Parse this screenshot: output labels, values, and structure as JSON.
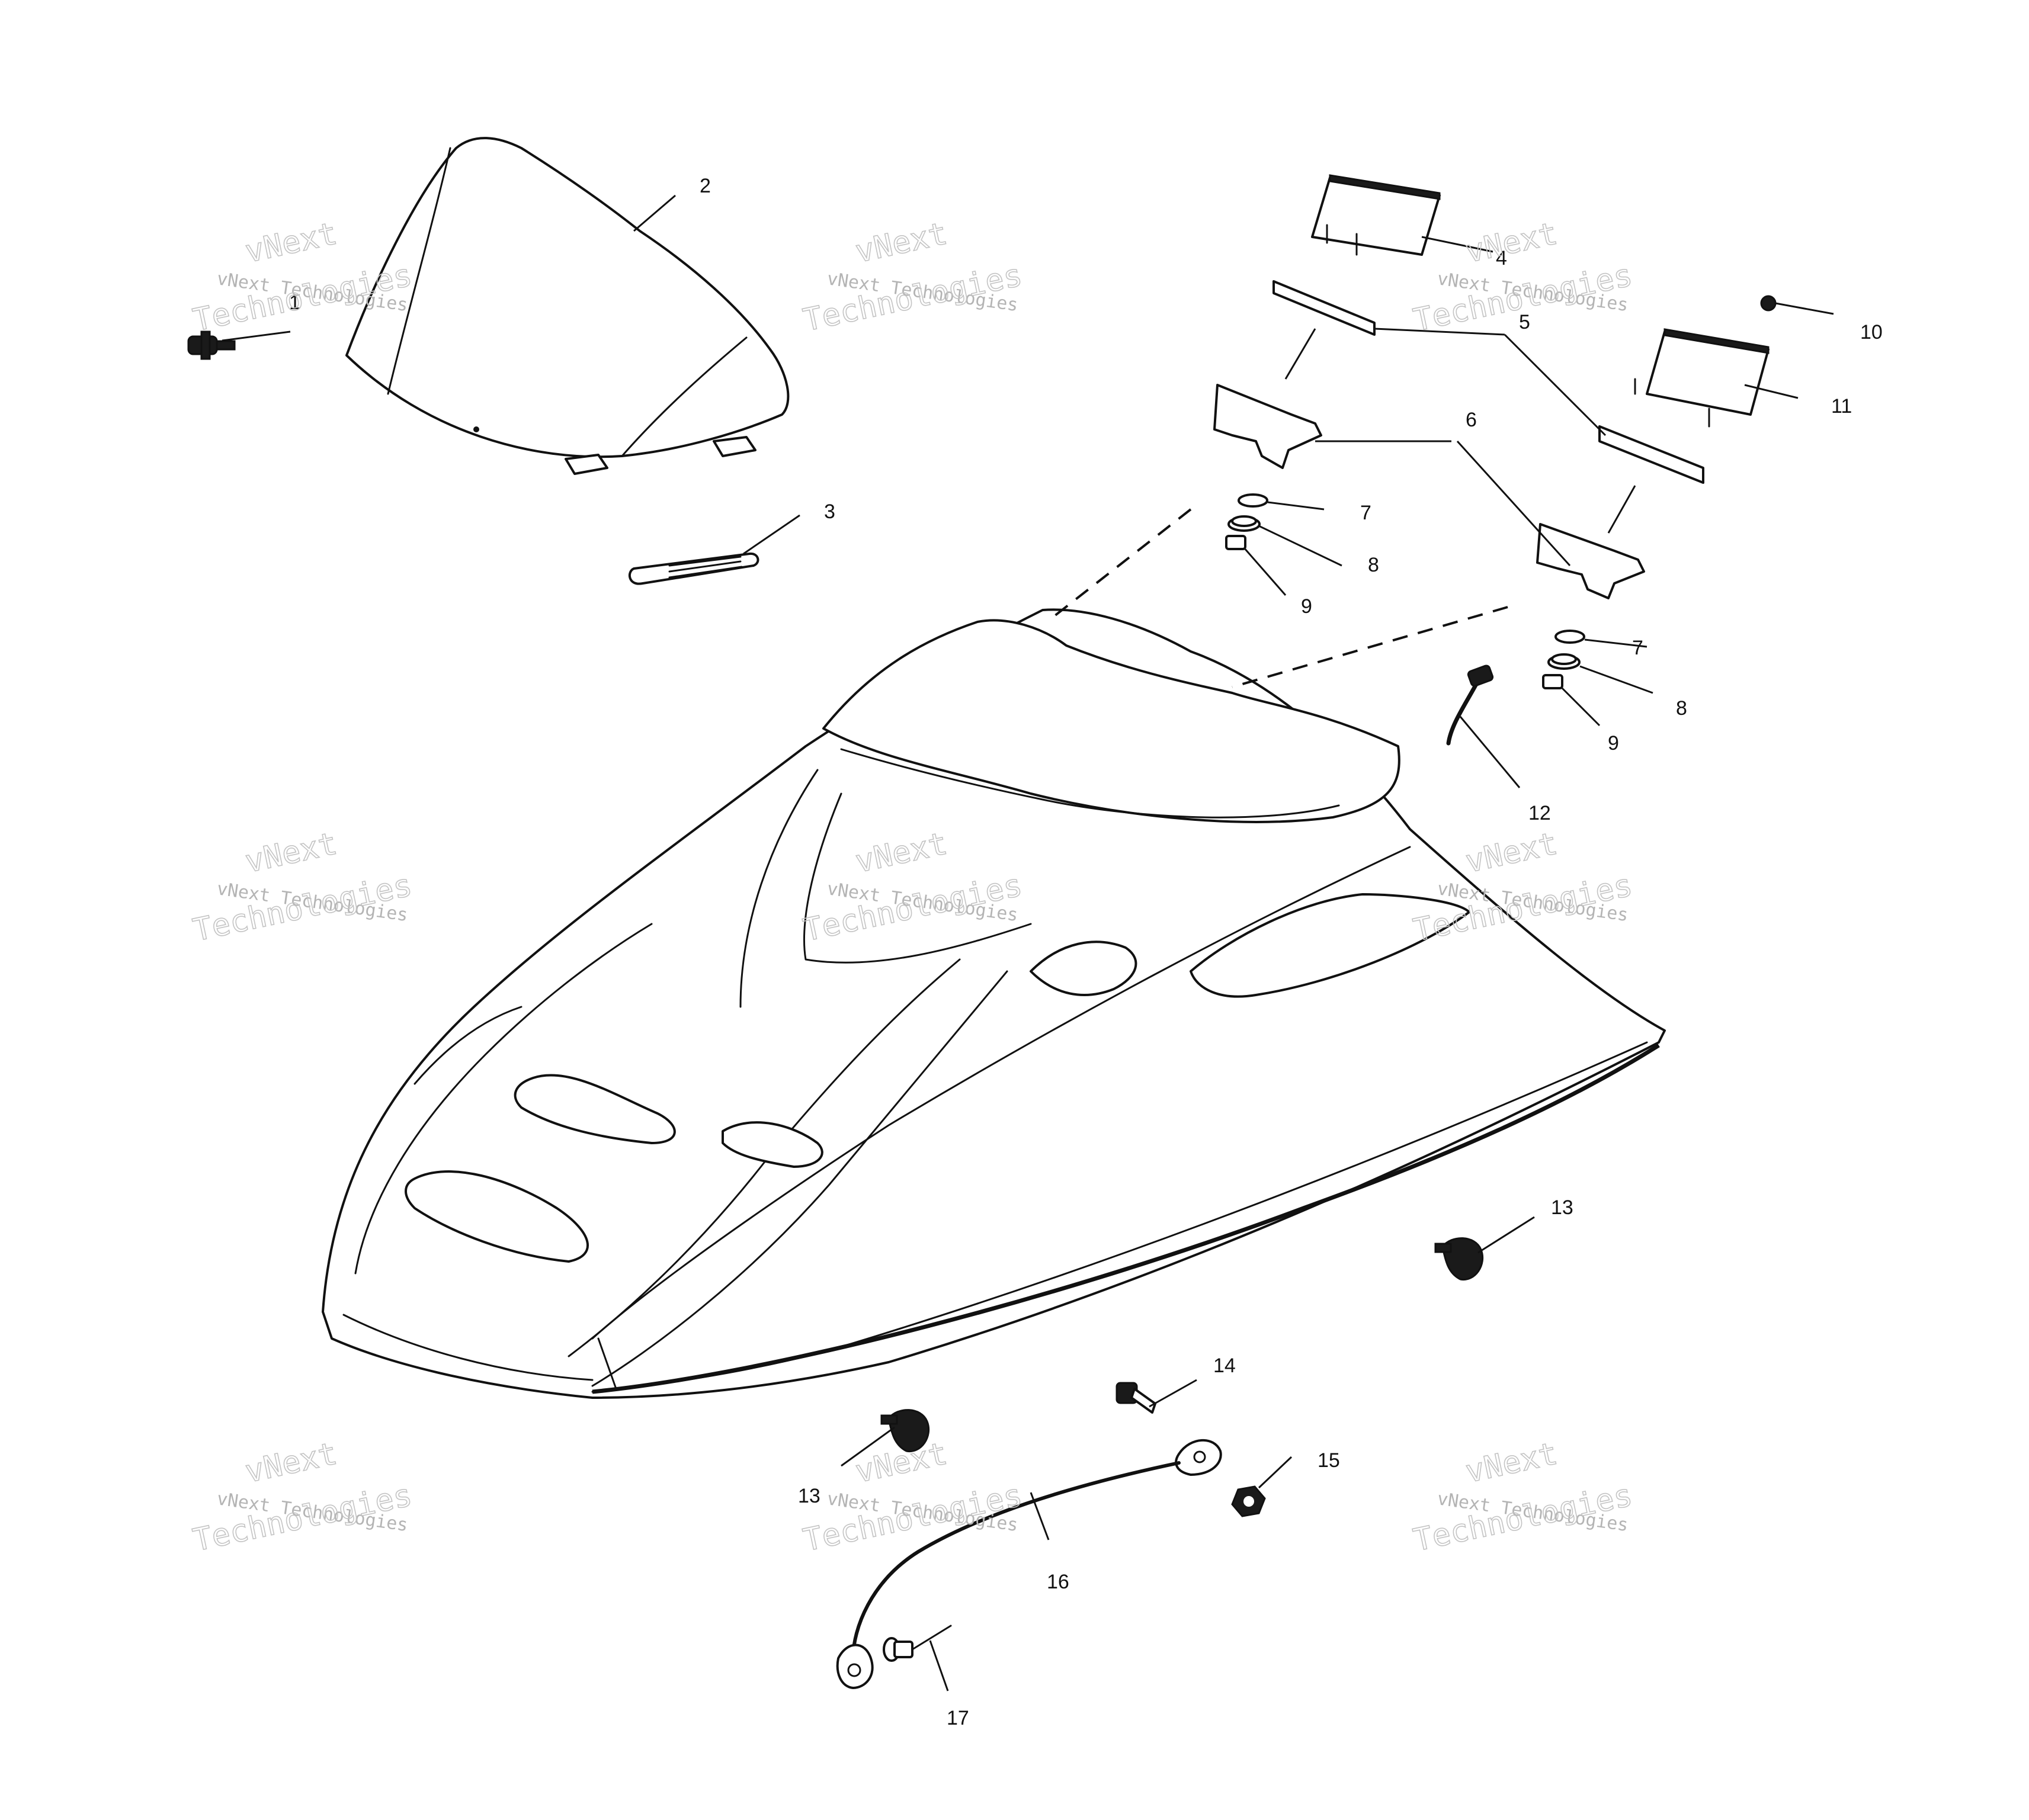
{
  "callouts": {
    "c1": "1",
    "c2": "2",
    "c3": "3",
    "c4": "4",
    "c5": "5",
    "c6": "6",
    "c7a": "7",
    "c7b": "7",
    "c8a": "8",
    "c8b": "8",
    "c9a": "9",
    "c9b": "9",
    "c10": "10",
    "c11": "11",
    "c12": "12",
    "c13a": "13",
    "c13b": "13",
    "c14": "14",
    "c15": "15",
    "c16": "16",
    "c17": "17"
  },
  "watermark": {
    "line1": "vNext Technologies",
    "line2": "vNext",
    "line3": "Technologies"
  },
  "colors": {
    "line": "#111111",
    "watermark": "#b4b4b4",
    "background": "#ffffff"
  }
}
